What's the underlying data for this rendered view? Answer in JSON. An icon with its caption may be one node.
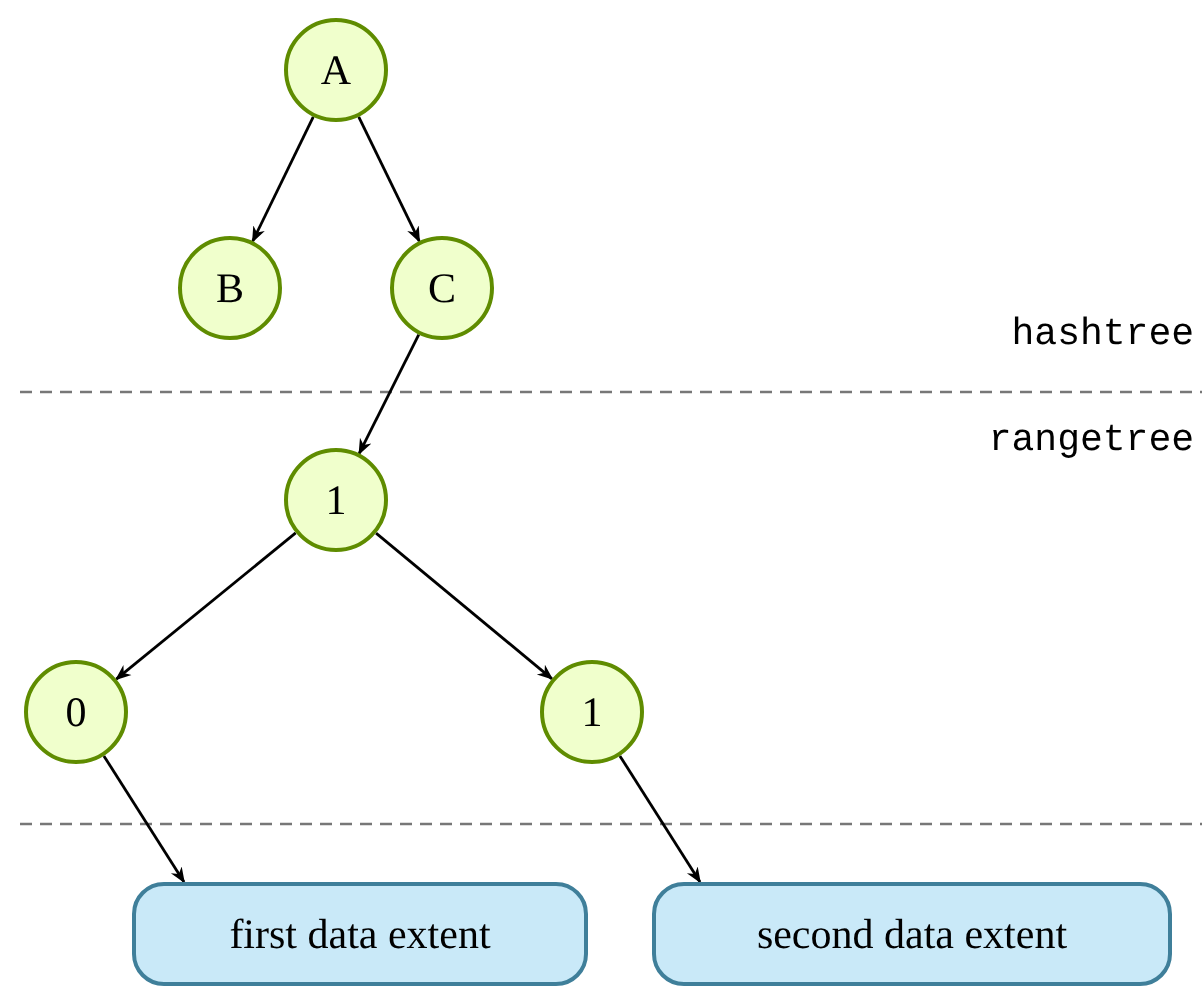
{
  "diagram": {
    "nodes": [
      {
        "text": [
          "A"
        ]
      },
      {
        "text": [
          "B"
        ]
      },
      {
        "text": [
          "C"
        ]
      },
      {
        "text": [
          "1"
        ]
      },
      {
        "text": [
          "0"
        ]
      },
      {
        "text": [
          "1"
        ]
      },
      {
        "text": [
          "first data extent"
        ]
      },
      {
        "text": [
          "second data extent"
        ]
      }
    ],
    "edges": [
      {
        "from": 0,
        "to": 1,
        "arrow": "to"
      },
      {
        "from": 0,
        "to": 2,
        "arrow": "to"
      },
      {
        "from": 2,
        "to": 3,
        "arrow": "to"
      },
      {
        "from": 3,
        "to": 4,
        "arrow": "to"
      },
      {
        "from": 3,
        "to": 5,
        "arrow": "to"
      },
      {
        "from": 4,
        "to": 6,
        "arrow": "to"
      },
      {
        "from": 5,
        "to": 7,
        "arrow": "to"
      }
    ],
    "labels": [
      "hashtree",
      "rangetree"
    ]
  }
}
